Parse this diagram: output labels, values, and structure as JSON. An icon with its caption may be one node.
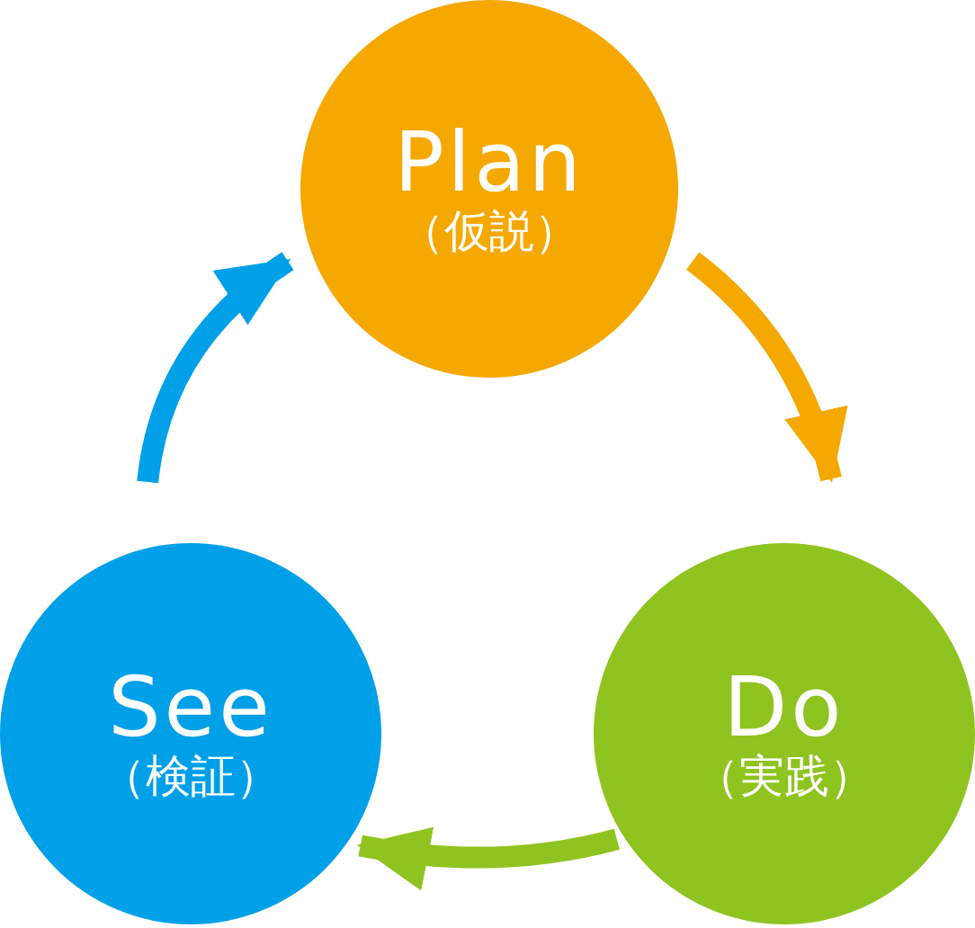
{
  "diagram": {
    "nodes": [
      {
        "text": [
          "Plan",
          "（仮説）"
        ]
      },
      {
        "text": [
          "Do",
          "（実践）"
        ]
      },
      {
        "text": [
          "See",
          "（検証）"
        ]
      }
    ],
    "edges": [
      {
        "from": 0,
        "to": 1,
        "arrow": "to",
        "color": "#f5a800"
      },
      {
        "from": 1,
        "to": 2,
        "arrow": "to",
        "color": "#8fc31f"
      },
      {
        "from": 2,
        "to": 0,
        "arrow": "to",
        "color": "#00a0e9"
      }
    ]
  }
}
